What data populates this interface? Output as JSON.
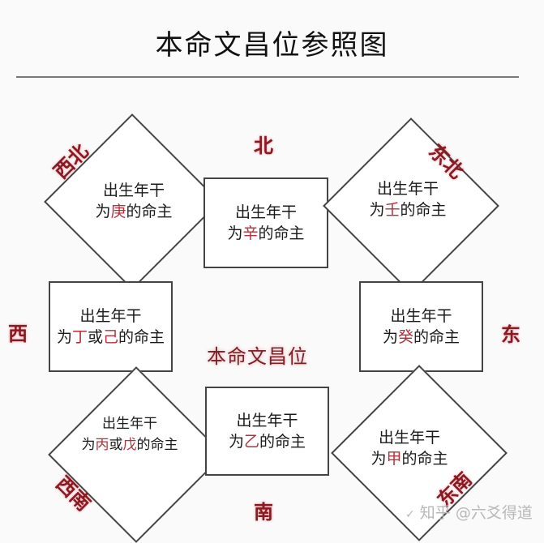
{
  "title": "本命文昌位参照图",
  "center_label": "本命文昌位",
  "line1": "出生年干",
  "prefix": "为",
  "suffix": "的命主",
  "or": "或",
  "cells": {
    "northwest": {
      "direction": "西北",
      "stems": [
        "庚"
      ]
    },
    "north": {
      "direction": "北",
      "stems": [
        "辛"
      ]
    },
    "northeast": {
      "direction": "东北",
      "stems": [
        "壬"
      ]
    },
    "west": {
      "direction": "西",
      "stems": [
        "丁",
        "己"
      ]
    },
    "east": {
      "direction": "东",
      "stems": [
        "癸"
      ]
    },
    "southwest": {
      "direction": "西南",
      "stems": [
        "丙",
        "戊"
      ]
    },
    "south": {
      "direction": "南",
      "stems": [
        "乙"
      ]
    },
    "southeast": {
      "direction": "东南",
      "stems": [
        "甲"
      ]
    }
  },
  "watermark": {
    "logo": "✓",
    "text": "知乎 @六爻得道"
  },
  "colors": {
    "highlight": "#b3303b",
    "direction": "#8a1a22",
    "border": "#444444"
  }
}
